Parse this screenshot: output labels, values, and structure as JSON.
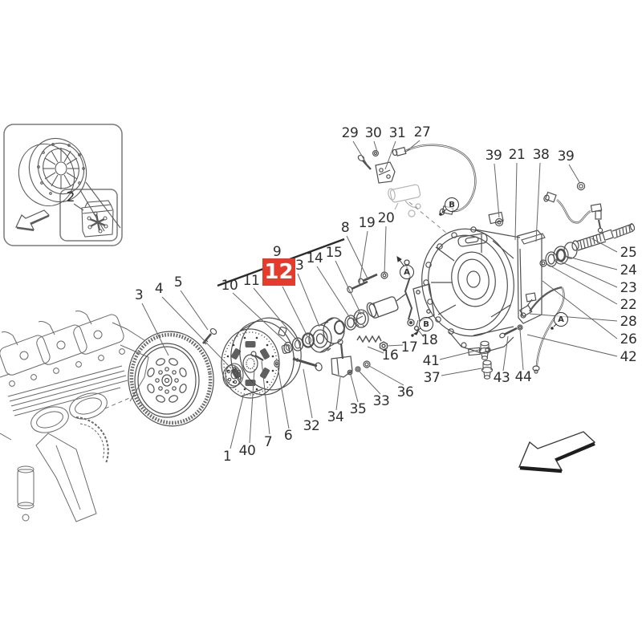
{
  "diagram": {
    "type": "exploded-parts-diagram",
    "subject": "clutch and gearbox housing assembly",
    "colors": {
      "line": "#4f4f4f",
      "label_text": "#2f2f2f",
      "highlight_red": "#e53b2c",
      "highlight_text": "#ffffff",
      "background": "#ffffff"
    },
    "highlight": {
      "label": "12"
    },
    "inset": {
      "part_label": "2"
    },
    "reference_letters": [
      {
        "text": "A"
      },
      {
        "text": "B"
      },
      {
        "text": "B"
      },
      {
        "text": "A"
      }
    ],
    "callouts": [
      {
        "text": "29"
      },
      {
        "text": "30"
      },
      {
        "text": "31"
      },
      {
        "text": "27"
      },
      {
        "text": "39"
      },
      {
        "text": "21"
      },
      {
        "text": "38"
      },
      {
        "text": "39"
      },
      {
        "text": "25"
      },
      {
        "text": "24"
      },
      {
        "text": "23"
      },
      {
        "text": "22"
      },
      {
        "text": "28"
      },
      {
        "text": "26"
      },
      {
        "text": "42"
      },
      {
        "text": "9"
      },
      {
        "text": "13"
      },
      {
        "text": "14"
      },
      {
        "text": "15"
      },
      {
        "text": "8"
      },
      {
        "text": "19"
      },
      {
        "text": "20"
      },
      {
        "text": "10"
      },
      {
        "text": "11"
      },
      {
        "text": "3"
      },
      {
        "text": "4"
      },
      {
        "text": "5"
      },
      {
        "text": "18"
      },
      {
        "text": "17"
      },
      {
        "text": "16"
      },
      {
        "text": "41"
      },
      {
        "text": "37"
      },
      {
        "text": "43"
      },
      {
        "text": "44"
      },
      {
        "text": "1"
      },
      {
        "text": "40"
      },
      {
        "text": "7"
      },
      {
        "text": "6"
      },
      {
        "text": "32"
      },
      {
        "text": "34"
      },
      {
        "text": "35"
      },
      {
        "text": "33"
      },
      {
        "text": "36"
      }
    ]
  }
}
